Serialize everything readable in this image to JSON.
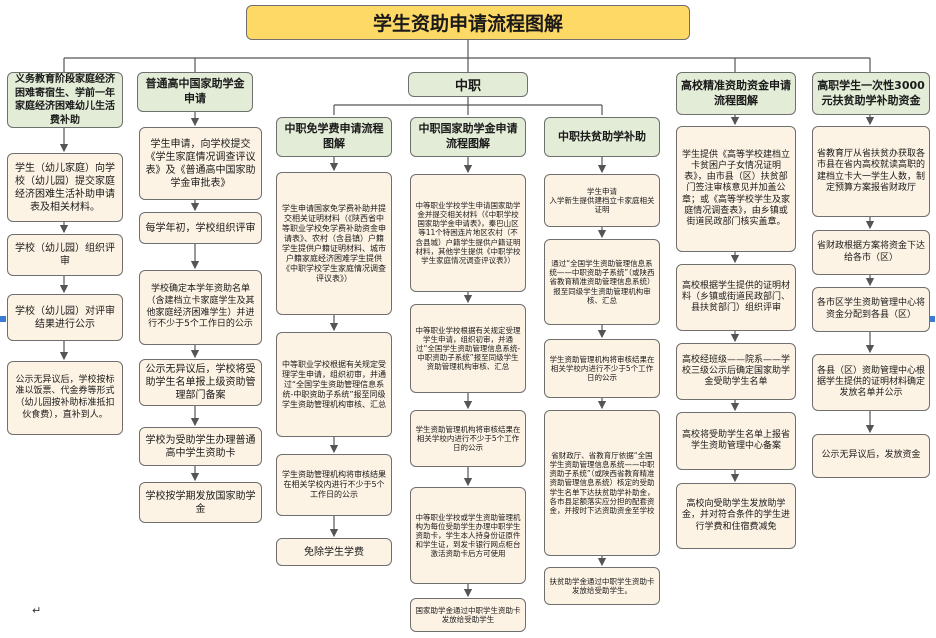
{
  "title": "学生资助申请流程图解",
  "middle_label": "中职",
  "columns": {
    "col1": {
      "header": "义务教育阶段家庭经济困难寄宿生、学前一年家庭经济困难幼儿生活费补助",
      "steps": [
        "学生（幼儿家庭）向学校（幼儿园）提交家庭经济困难生活补助申请表及相关材料。",
        "学校（幼儿园）组织评审",
        "学校（幼儿园）对评审结果进行公示",
        "公示无异议后，学校按标准以饭票、代金券等形式（幼儿园按补助标准抵扣伙食费），直补到人。"
      ]
    },
    "col2": {
      "header": "普通高中国家助学金申请",
      "steps": [
        "学生申请，向学校提交《学生家庭情况调查评议表》及《普通高中国家助学金审批表》",
        "每学年初，学校组织评审",
        "学校确定本学年资助名单（含建档立卡家庭学生及其他家庭经济困难学生）并进行不少于5个工作日的公示",
        "公示无异议后，学校将受助学生名单报上级资助管理部门备案",
        "学校为受助学生办理普通高中学生资助卡",
        "学校按学期发放国家助学金"
      ]
    },
    "col3": {
      "header": "中职免学费申请流程图解",
      "steps": [
        "学生申请国家免学费补助并提交相关证明材料（《陕西省中等职业学校免学费补助资金申请表》、农村（含县镇）户籍学生提供户籍证明材料、城市户籍家庭经济困难学生提供《中职学校学生家庭情况调查评议表》）",
        "中等职业学校根据有关规定受理学生申请，组织初审，并通过“全国学生资助管理信息系统-中职资助子系统”报至同级学生资助管理机构审核、汇总",
        "学生资助管理机构将审核结果在相关学校内进行不少于5个工作日的公示",
        "免除学生学费"
      ]
    },
    "col4": {
      "header": "中职国家助学金申请流程图解",
      "steps": [
        "中等职业学校学生申请国家助学金并提交相关材料（《中职学校国家助学金申请表》，秦巴山区等11个特困连片地区农村（不含县城）户籍学生提供户籍证明材料，其他学生提供《中职学校学生家庭情况调查评议表》）",
        "中等职业学校根据有关规定受理学生申请，组织初审，并通过“全国学生资助管理信息系统-中职资助子系统”报至同级学生资助管理机构审核、汇总",
        "学生资助管理机构将审核结果在相关学校内进行不少于5个工作日的公示",
        "中等职业学校或学生资助管理机构为每位受助学生办理中职学生资助卡，学生本人持身份证原件和学生证，到发卡银行网点柜台激活资助卡后方可使用",
        "国家助学金通过中职学生资助卡发放给受助学生"
      ]
    },
    "col5": {
      "header": "中职扶贫助学补助",
      "steps": [
        "学生申请\n入学新生提供建档立卡家庭相关证明",
        "通过“全国学生资助管理信息系统——中职资助子系统”（或陕西省教育精准资助管理信息系统）报至同级学生资助管理机构审核、汇总",
        "学生资助管理机构将审核结果在相关学校内进行不少于5个工作日的公示",
        "省财政厅、省教育厅依据“全国学生资助管理信息系统——中职资助子系统”（或陕西省教育精准资助管理信息系统）核定的受助学生名单下达扶贫助学补助金，各市县足额落实应分担的配套资金，并按时下达资助资金至学校",
        "扶贫助学金通过中职学生资助卡发放给受助学生。"
      ]
    },
    "col6": {
      "header": "高校精准资助资金申请流程图解",
      "steps": [
        "学生提供《高等学校建档立卡贫困户子女情况证明表》，由市县（区）扶贫部门签注审核意见并加盖公章；或《高等学校学生及家庭情况调查表》，由乡镇或街道民政部门核实盖章。",
        "高校根据学生提供的证明材料（乡镇或街道民政部门、县扶贫部门）组织评审",
        "高校经班级——院系——学校三级公示后确定国家助学金受助学生名单",
        "高校将受助学生名单上报省学生资助管理中心备案",
        "高校向受助学生发放助学金，并对符合条件的学生进行学费和住宿费减免"
      ]
    },
    "col7": {
      "header": "高职学生一次性3000元扶贫助学补助资金",
      "steps": [
        "省教育厅从省扶贫办获取各市县在省内高校就读高职的建档立卡大一学生人数，制定预算方案报省财政厅",
        "省财政根据方案将资金下达给各市（区）",
        "各市区学生资助管理中心将资金分配到各县（区）",
        "各县（区）资助管理中心根据学生提供的证明材料确定发放名单并公示",
        "公示无异议后，发放资金"
      ]
    }
  },
  "colors": {
    "title_fill": "#ffd966",
    "header_fill": "#e2ecd6",
    "step_fill": "#fdf3e4",
    "line": "#555555"
  }
}
